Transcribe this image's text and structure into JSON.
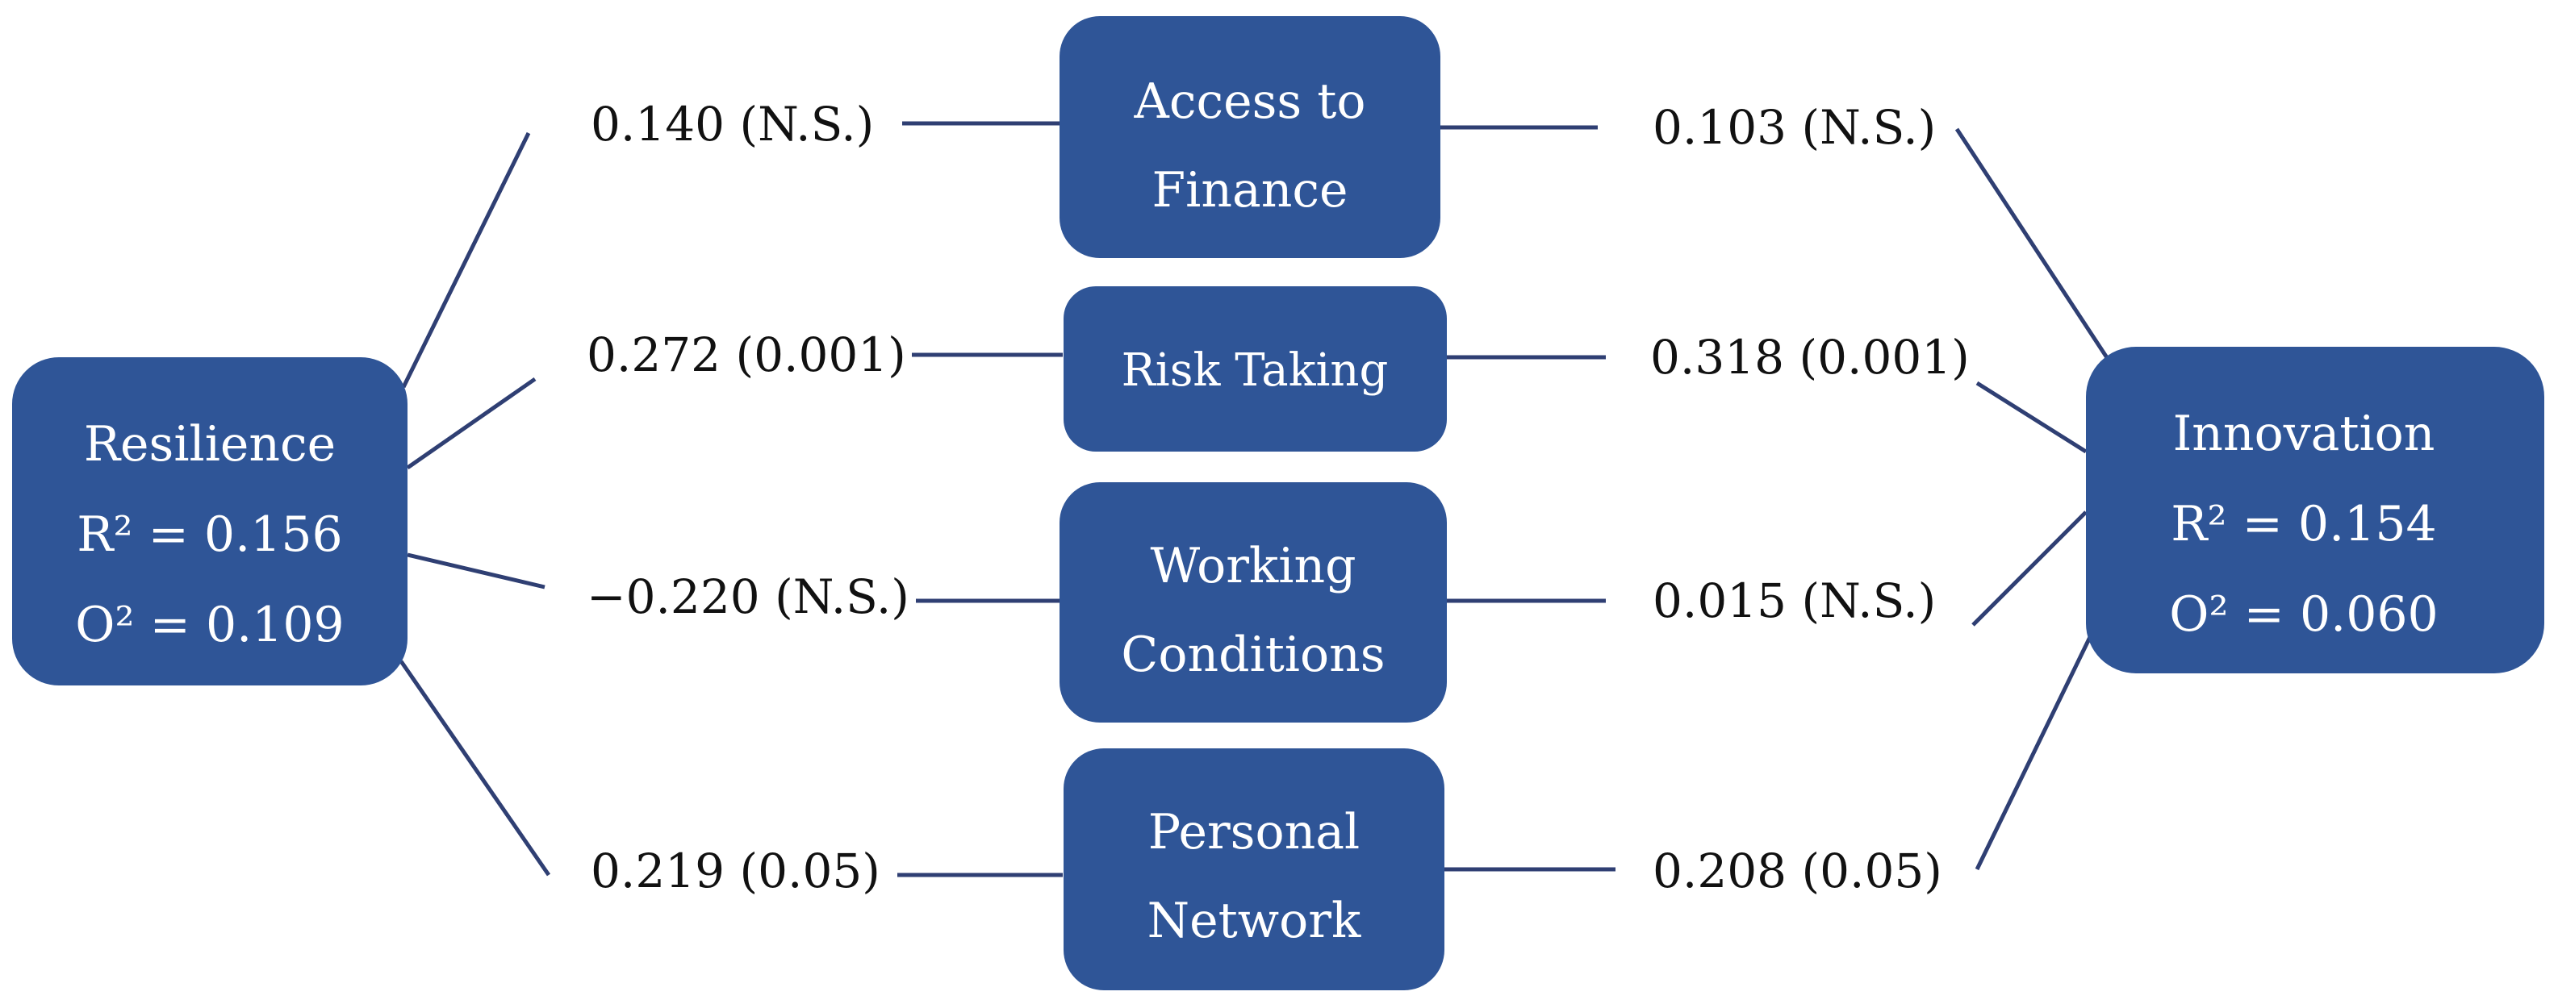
{
  "nodes": {
    "resilience": {
      "title": "Resilience",
      "r2": "R² = 0.156",
      "o2": "O² = 0.109"
    },
    "innovation": {
      "title": "Innovation",
      "r2": "R² = 0.154",
      "o2": "O² = 0.060"
    },
    "access_to_finance": {
      "line1": "Access to",
      "line2": "Finance"
    },
    "risk_taking": {
      "label": "Risk Taking"
    },
    "working_conditions": {
      "line1": "Working",
      "line2": "Conditions"
    },
    "personal_network": {
      "line1": "Personal",
      "line2": "Network"
    }
  },
  "paths_left": {
    "access_to_finance": "0.140 (N.S.)",
    "risk_taking": "0.272 (0.001)",
    "working_conditions": "−0.220 (N.S.)",
    "personal_network": "0.219 (0.05)"
  },
  "paths_right": {
    "access_to_finance": "0.103 (N.S.)",
    "risk_taking": "0.318 (0.001)",
    "working_conditions": "0.015 (N.S.)",
    "personal_network": "0.208 (0.05)"
  },
  "colors": {
    "node_fill": "#2f5597",
    "node_text": "#ffffff",
    "connector": "#2f3f73",
    "label_text": "#111111"
  }
}
